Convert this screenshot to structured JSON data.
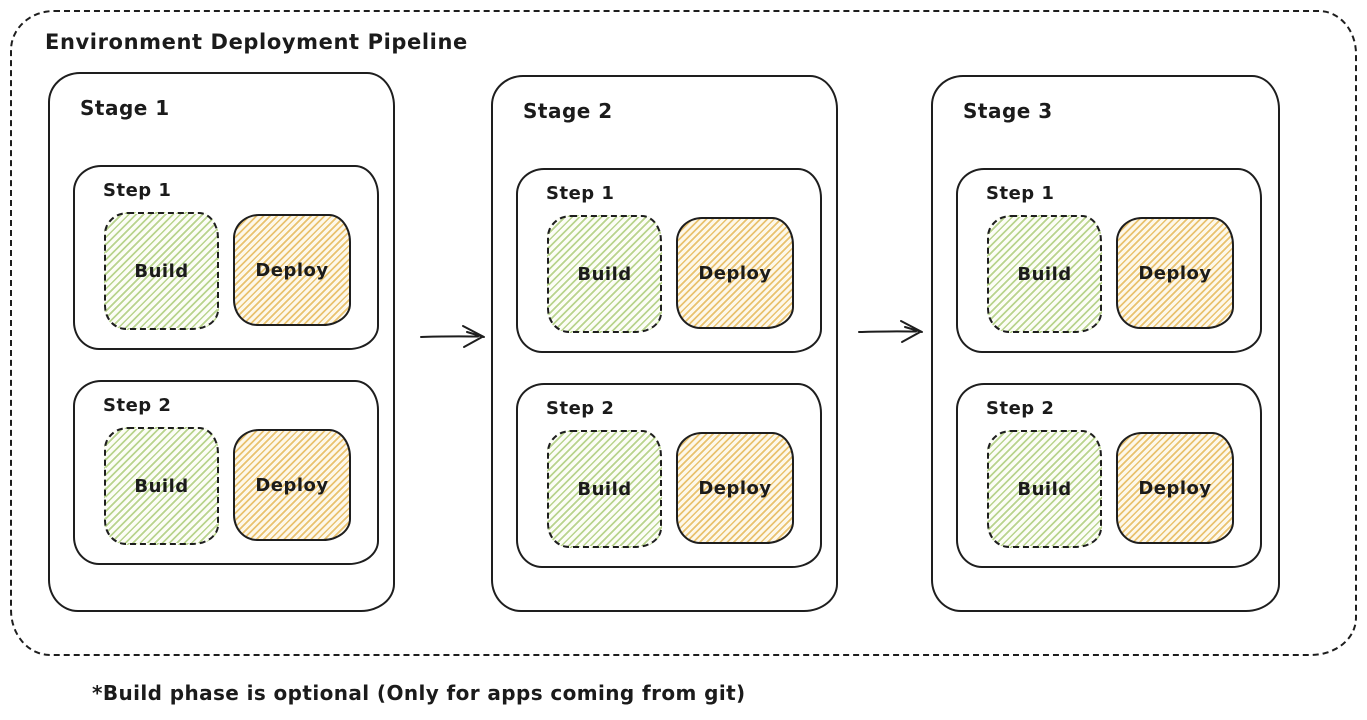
{
  "title": "Environment Deployment Pipeline",
  "note": "*Build phase is optional (Only for apps coming from git)",
  "stages": [
    {
      "label": "Stage 1",
      "steps": [
        {
          "label": "Step 1",
          "build_label": "Build",
          "deploy_label": "Deploy"
        },
        {
          "label": "Step 2",
          "build_label": "Build",
          "deploy_label": "Deploy"
        }
      ]
    },
    {
      "label": "Stage 2",
      "steps": [
        {
          "label": "Step 1",
          "build_label": "Build",
          "deploy_label": "Deploy"
        },
        {
          "label": "Step 2",
          "build_label": "Build",
          "deploy_label": "Deploy"
        }
      ]
    },
    {
      "label": "Stage 3",
      "steps": [
        {
          "label": "Step 1",
          "build_label": "Build",
          "deploy_label": "Deploy"
        },
        {
          "label": "Step 2",
          "build_label": "Build",
          "deploy_label": "Deploy"
        }
      ]
    }
  ],
  "icons": {
    "stage_connector": "arrow-right"
  },
  "colors": {
    "stroke": "#1e1e1e",
    "text": "#1b1b1b",
    "build-hatch": "#b9d48e",
    "build-bg": "#fcfdf6",
    "deploy-hatch": "#e9c26f",
    "deploy-bg": "#fdf8ea",
    "canvas-bg": "#ffffff"
  }
}
